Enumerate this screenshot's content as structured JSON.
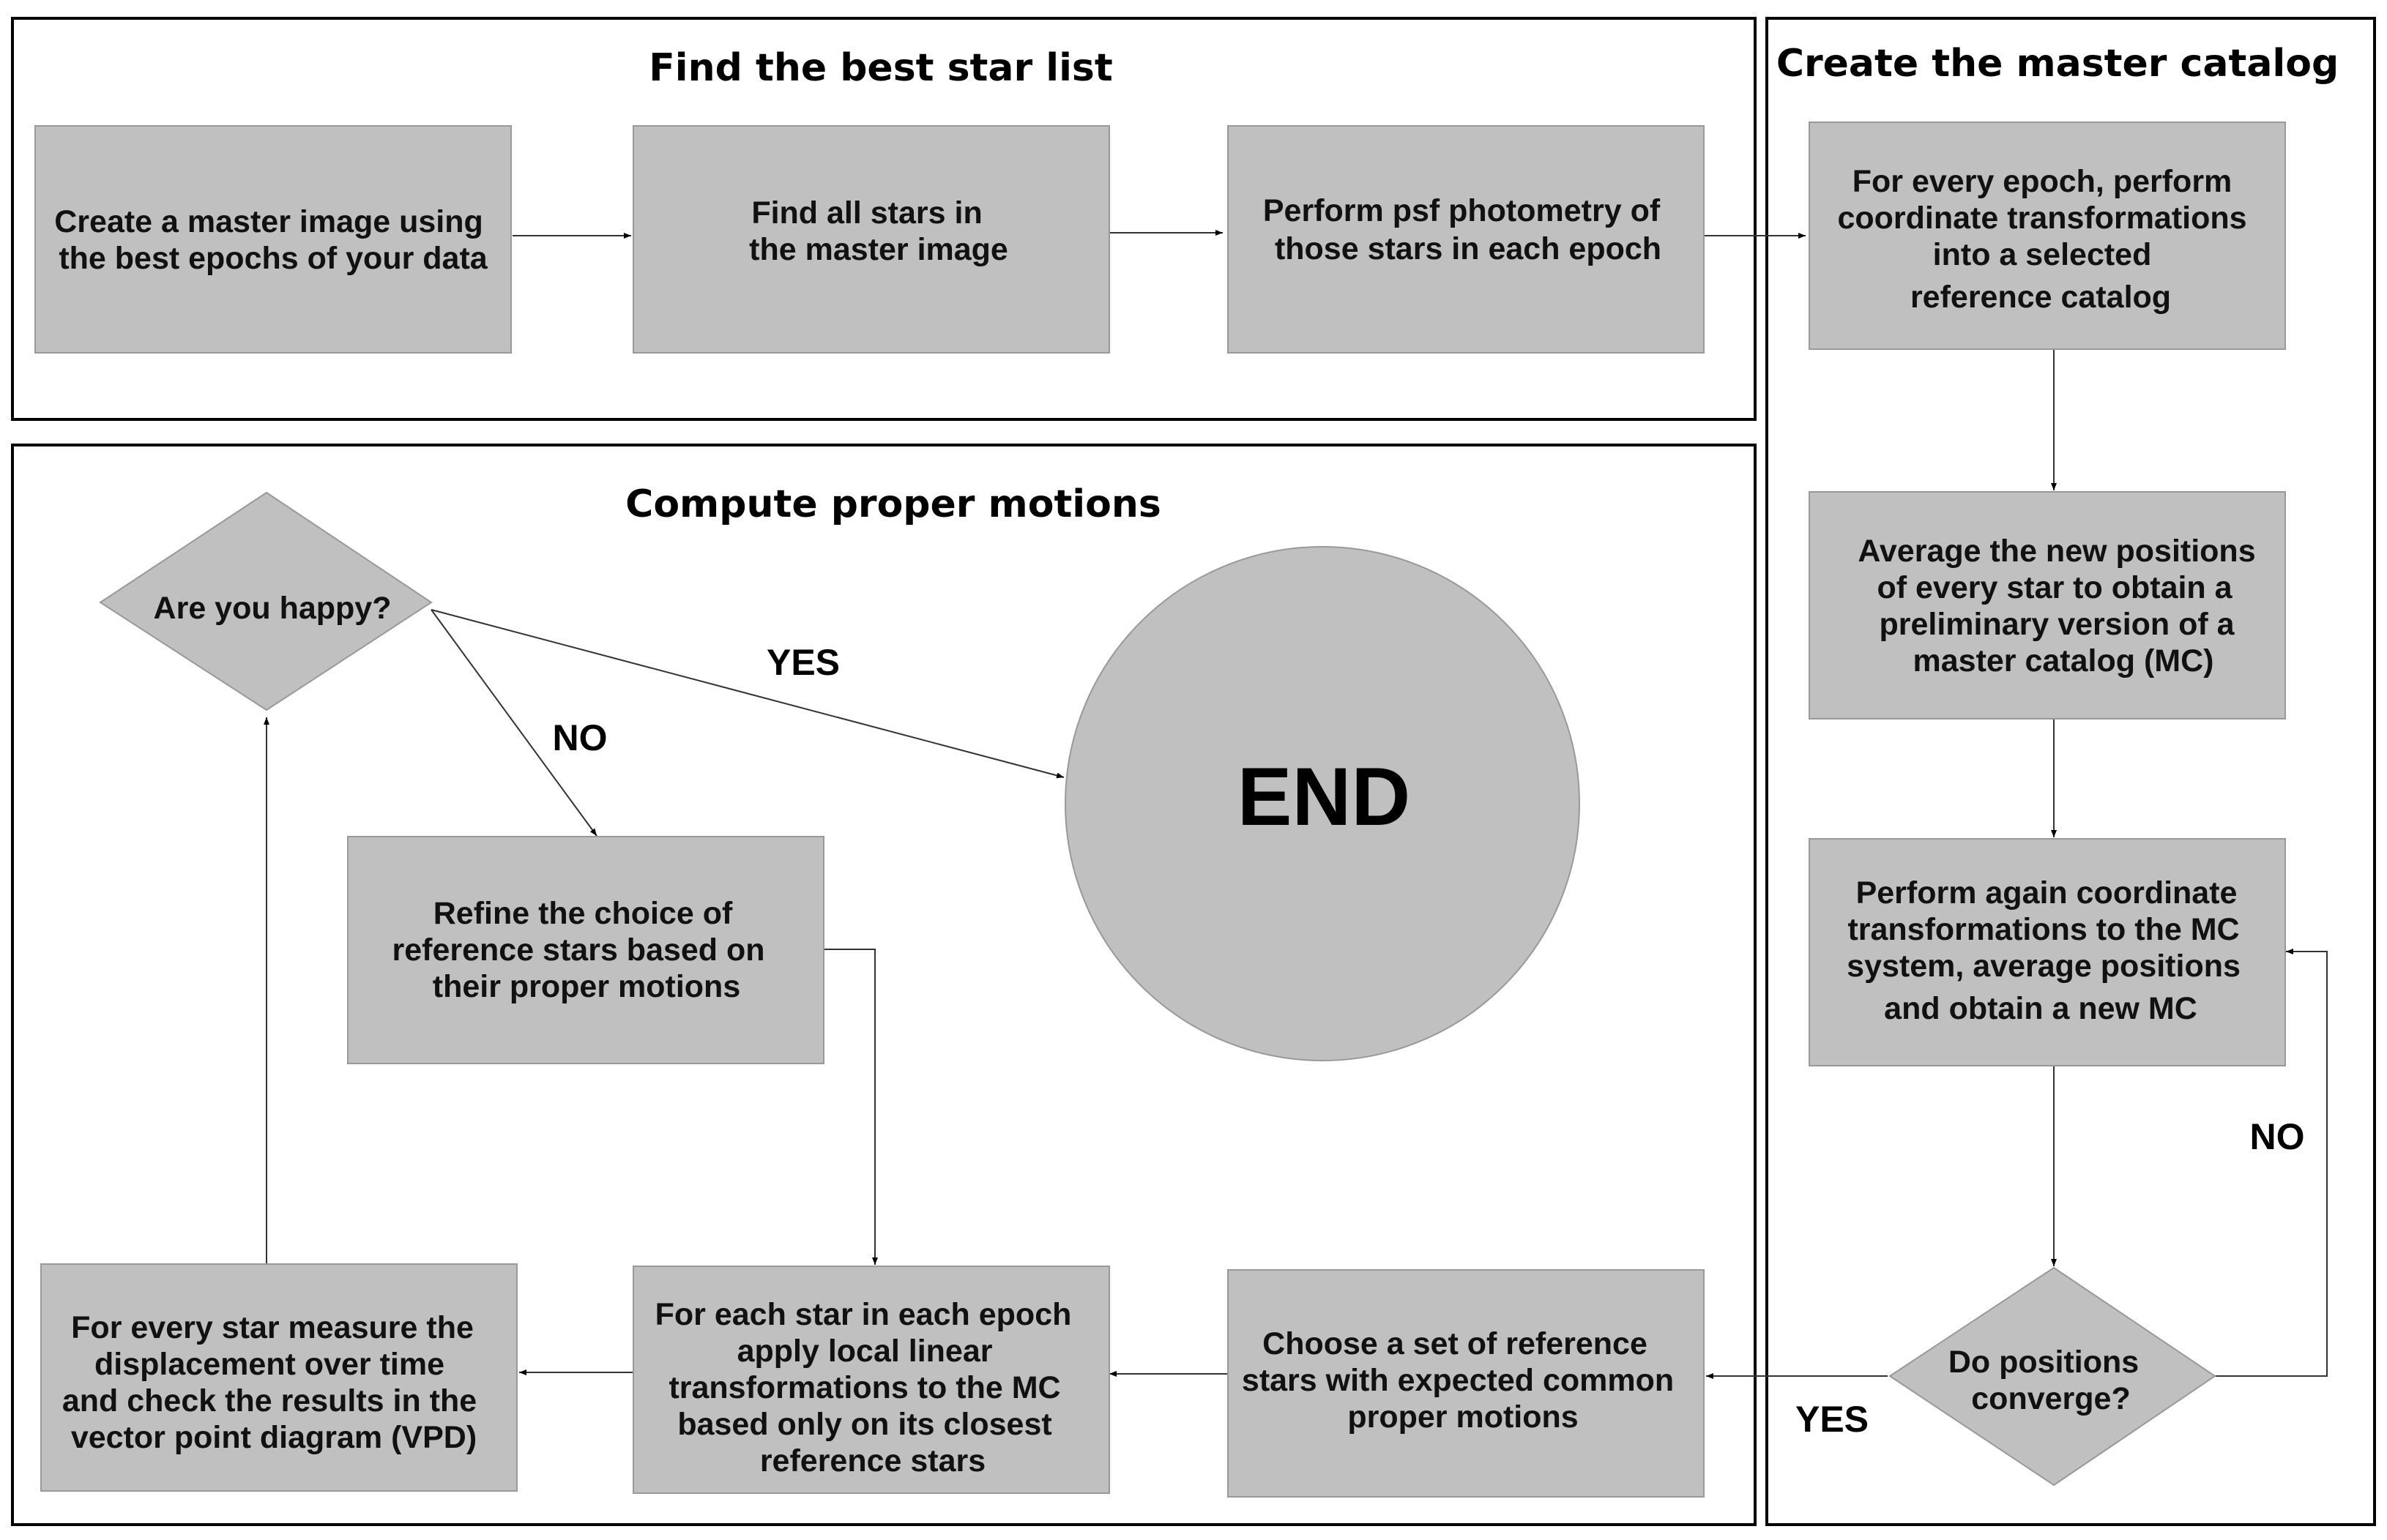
{
  "sections": {
    "best_star_list": "Find the best star list",
    "master_catalog": "Create the master catalog",
    "proper_motions": "Compute proper motions"
  },
  "steps": {
    "master_image": [
      "Create a master image using",
      "the best epochs of your data"
    ],
    "find_stars": [
      "Find all stars in",
      "the master image"
    ],
    "psf_photometry": [
      "Perform psf photometry of",
      "those stars in each epoch"
    ],
    "coord_transform": [
      "For every epoch, perform",
      "coordinate transformations",
      "into a selected",
      "reference catalog"
    ],
    "average_positions": [
      "Average the new positions",
      "of every star to obtain a",
      "preliminary version of a",
      "master catalog (MC)"
    ],
    "perform_again": [
      "Perform again coordinate",
      "transformations to the MC",
      "system, average positions",
      "and obtain a new MC"
    ],
    "converge_decision": [
      "Do positions",
      "converge?"
    ],
    "choose_reference": [
      "Choose a set of reference",
      "stars with expected common",
      "proper motions"
    ],
    "local_linear": [
      "For each star in each epoch",
      "apply local linear",
      "transformations to the MC",
      "based only on its closest",
      "reference stars"
    ],
    "measure_displacement": [
      "For every star measure the",
      "displacement over time",
      "and check the results in the",
      "vector point diagram (VPD)"
    ],
    "happy_decision": [
      "Are you happy?"
    ],
    "refine_reference": [
      "Refine the choice of",
      "reference stars based on",
      "their proper motions"
    ],
    "end": "END"
  },
  "edge_labels": {
    "converge_no": "NO",
    "converge_yes": "YES",
    "happy_yes": "YES",
    "happy_no": "NO"
  },
  "colors": {
    "box_fill": "#c0c0c0",
    "box_border": "#999999",
    "frame": "#000000",
    "connector": "#333333"
  }
}
